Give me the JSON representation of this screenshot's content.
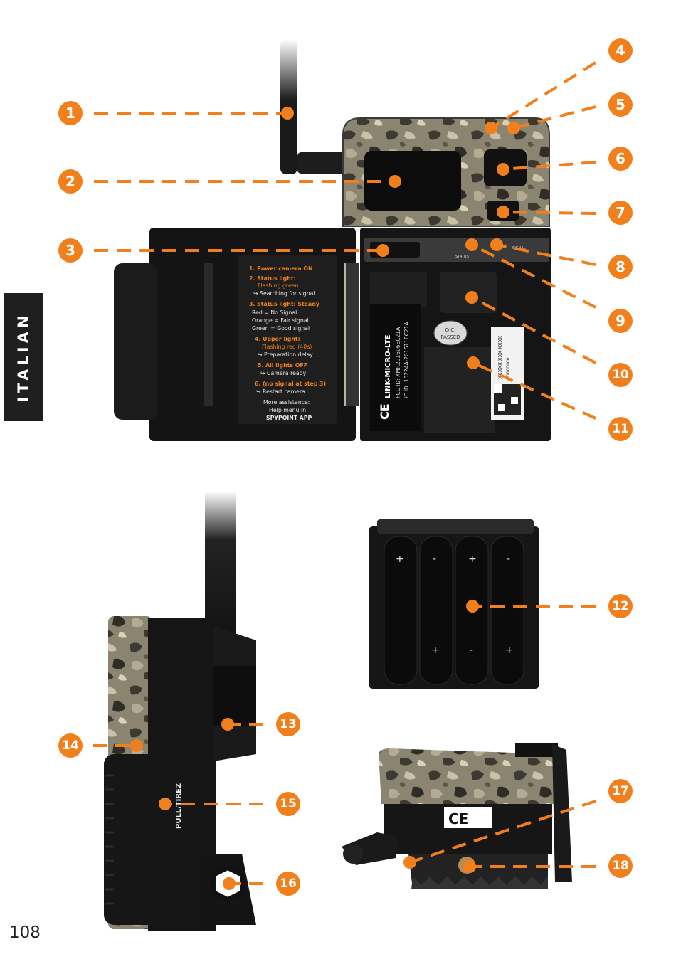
{
  "page": {
    "section_tab": "ITALIAN",
    "page_number": "108",
    "accent_color": "#f07f1c"
  },
  "callouts": [
    "1",
    "2",
    "3",
    "4",
    "5",
    "6",
    "7",
    "8",
    "9",
    "10",
    "11",
    "12",
    "13",
    "14",
    "15",
    "16",
    "17",
    "18"
  ],
  "door_label": {
    "lines": [
      "1. Power camera ON",
      "2. Status light:",
      "Flashing green",
      "↪ Searching for signal",
      "3. Status light: Steady",
      "Red = No Signal",
      "Orange = Fair signal",
      "Green = Good signal",
      "4. Upper light:",
      "Flashing red (40s)",
      "↪ Preparation delay",
      "5. All lights OFF",
      "↪ Camera ready",
      "6. (no signal at step 3)",
      "↪ Restart camera",
      "More assistance:",
      "Help menu in",
      "SPYPOINT APP"
    ]
  },
  "compartment": {
    "model_lines": [
      "LINK-MICRO-LTE",
      "FCC ID: XMR201606EC21A",
      "IC ID: 10224A-201611EC21A"
    ],
    "qc_lines": [
      "Q.C.",
      "PASSED"
    ],
    "ce_mark": "CE",
    "serial_label": "XXXXX-XXX-XXXX",
    "serial_sub": "00000000",
    "status_label": "STATUS",
    "signal_label": "SIGNAL"
  },
  "side_view": {
    "pull_label": "PULL/TIREZ"
  },
  "bottom_view": {
    "ce_mark": "CE"
  }
}
